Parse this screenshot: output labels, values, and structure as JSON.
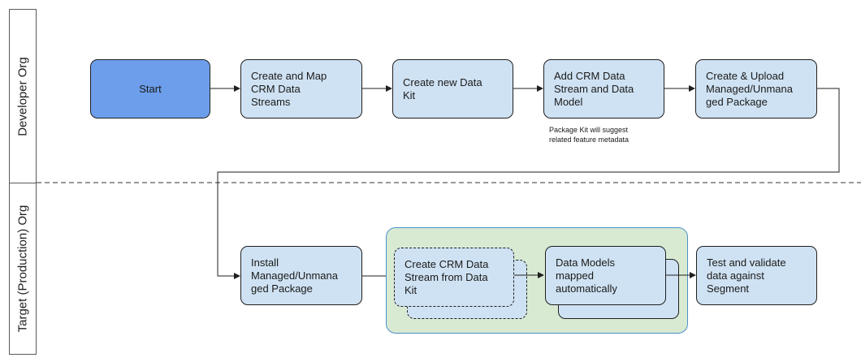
{
  "lanes": {
    "developer": "Developer Org",
    "target": "Target (Production) Org"
  },
  "nodes": {
    "start": "Start",
    "create_map": "Create and Map\nCRM Data\nStreams",
    "create_kit": "Create new Data\nKit",
    "add_stream": "Add CRM Data\nStream and  Data\nModel",
    "upload_package": "Create & Upload\nManaged/Unmana\nged Package",
    "install_package": "Install\nManaged/Unmana\nged Package",
    "create_stream_kit": "Create CRM Data\nStream from Data\nKit",
    "data_models": "Data Models\nmapped\nautomatically",
    "test_validate": "Test and validate\ndata against\nSegment"
  },
  "notes": {
    "package_kit": "Package Kit will suggest\nrelated feature metadata"
  },
  "colors": {
    "node_fill": "#cfe2f3",
    "start_fill": "#6d9eeb",
    "group_fill": "#d9ead3",
    "group_border": "#4a90c8",
    "stroke": "#1f1f1f"
  }
}
